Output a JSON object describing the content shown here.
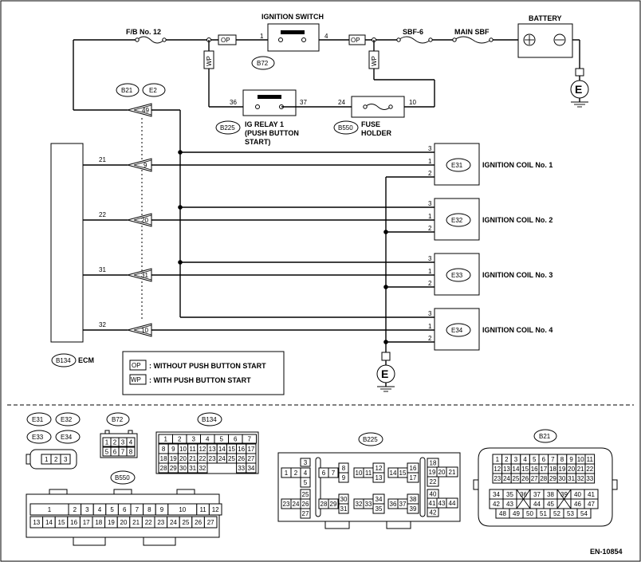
{
  "labels": {
    "ignition_switch": "IGNITION SWITCH",
    "battery": "BATTERY",
    "fb12": "F/B No. 12",
    "sbf6": "SBF-6",
    "main_sbf": "MAIN SBF",
    "b72": "B72",
    "b21": "B21",
    "e2": "E2",
    "b225": "B225",
    "ig_relay_1": "IG RELAY 1",
    "ig_relay_2": "(PUSH BUTTON",
    "ig_relay_3": "START)",
    "b550": "B550",
    "fuse_1": "FUSE",
    "fuse_2": "HOLDER",
    "b134": "B134",
    "ecm": "ECM",
    "e31": "E31",
    "e32": "E32",
    "e33": "E33",
    "e34": "E34",
    "coil1": "IGNITION COIL No. 1",
    "coil2": "IGNITION COIL No. 2",
    "coil3": "IGNITION COIL No. 3",
    "coil4": "IGNITION COIL No. 4",
    "ground": "E",
    "op": "OP",
    "wp": "WP",
    "legend_op": ": WITHOUT PUSH BUTTON START",
    "legend_wp": ": WITH PUSH BUTTON START",
    "footer": "EN-10854"
  },
  "pins": {
    "sw1": "1",
    "sw4": "4",
    "r36": "36",
    "r37": "37",
    "f24": "24",
    "f10": "10",
    "j49": "49",
    "j9": "9",
    "j20": "20",
    "j31": "31",
    "j10": "10",
    "e21": "21",
    "e22": "22",
    "e31p": "31",
    "e32p": "32",
    "c3": "3",
    "c1": "1",
    "c2": "2"
  },
  "connectors": {
    "small": [
      "E31",
      "E32",
      "E33",
      "E34"
    ],
    "small_pins": [
      "1",
      "2",
      "3"
    ],
    "b72": "B72",
    "b72_top": [
      "1",
      "2",
      "3",
      "4"
    ],
    "b72_bot": [
      "5",
      "6",
      "7",
      "8"
    ],
    "b134": "B134",
    "b134_top": [
      "1",
      "2",
      "3",
      "4",
      "5",
      "6",
      "7"
    ],
    "b134_rows": [
      [
        "8",
        "9",
        "10",
        "11",
        "12",
        "13",
        "14",
        "15",
        "16",
        "17"
      ],
      [
        "18",
        "19",
        "20",
        "21",
        "22",
        "23",
        "24",
        "25",
        "26",
        "27"
      ],
      [
        "28",
        "29",
        "30",
        "31",
        "32",
        "",
        "",
        "",
        "33",
        "34"
      ]
    ],
    "b550": "B550",
    "b550_top": [
      "1",
      "2",
      "3",
      "4",
      "5",
      "6",
      "7",
      "8",
      "9",
      "10",
      "11",
      "12"
    ],
    "b550_bot": [
      "13",
      "14",
      "15",
      "16",
      "17",
      "18",
      "19",
      "20",
      "21",
      "22",
      "23",
      "24",
      "25",
      "26",
      "27"
    ],
    "b225": "B225",
    "b225_pins": [
      "3",
      "1",
      "2",
      "4",
      "5",
      "6",
      "7",
      "8",
      "9",
      "10",
      "11",
      "12",
      "13",
      "14",
      "15",
      "16",
      "17",
      "18",
      "19",
      "20",
      "21",
      "22",
      "25",
      "23",
      "24",
      "26",
      "27",
      "28",
      "29",
      "30",
      "31",
      "32",
      "33",
      "34",
      "35",
      "36",
      "37",
      "38",
      "39",
      "40",
      "41",
      "43",
      "44",
      "42"
    ],
    "b21": "B21",
    "b21_r1": [
      "1",
      "2",
      "3",
      "4",
      "5",
      "6",
      "7",
      "8",
      "9",
      "10",
      "11"
    ],
    "b21_r2": [
      "12",
      "13",
      "14",
      "15",
      "16",
      "17",
      "18",
      "19",
      "20",
      "21",
      "22"
    ],
    "b21_r3": [
      "23",
      "24",
      "25",
      "26",
      "27",
      "28",
      "29",
      "30",
      "31",
      "32",
      "33"
    ],
    "b21_r4": [
      "34",
      "35",
      "36",
      "37",
      "38",
      "39",
      "40",
      "41"
    ],
    "b21_r5": [
      "42",
      "43",
      "",
      "44",
      "45",
      "",
      "46",
      "47"
    ],
    "b21_r6": [
      "48",
      "49",
      "50",
      "51",
      "52",
      "53",
      "54"
    ]
  }
}
